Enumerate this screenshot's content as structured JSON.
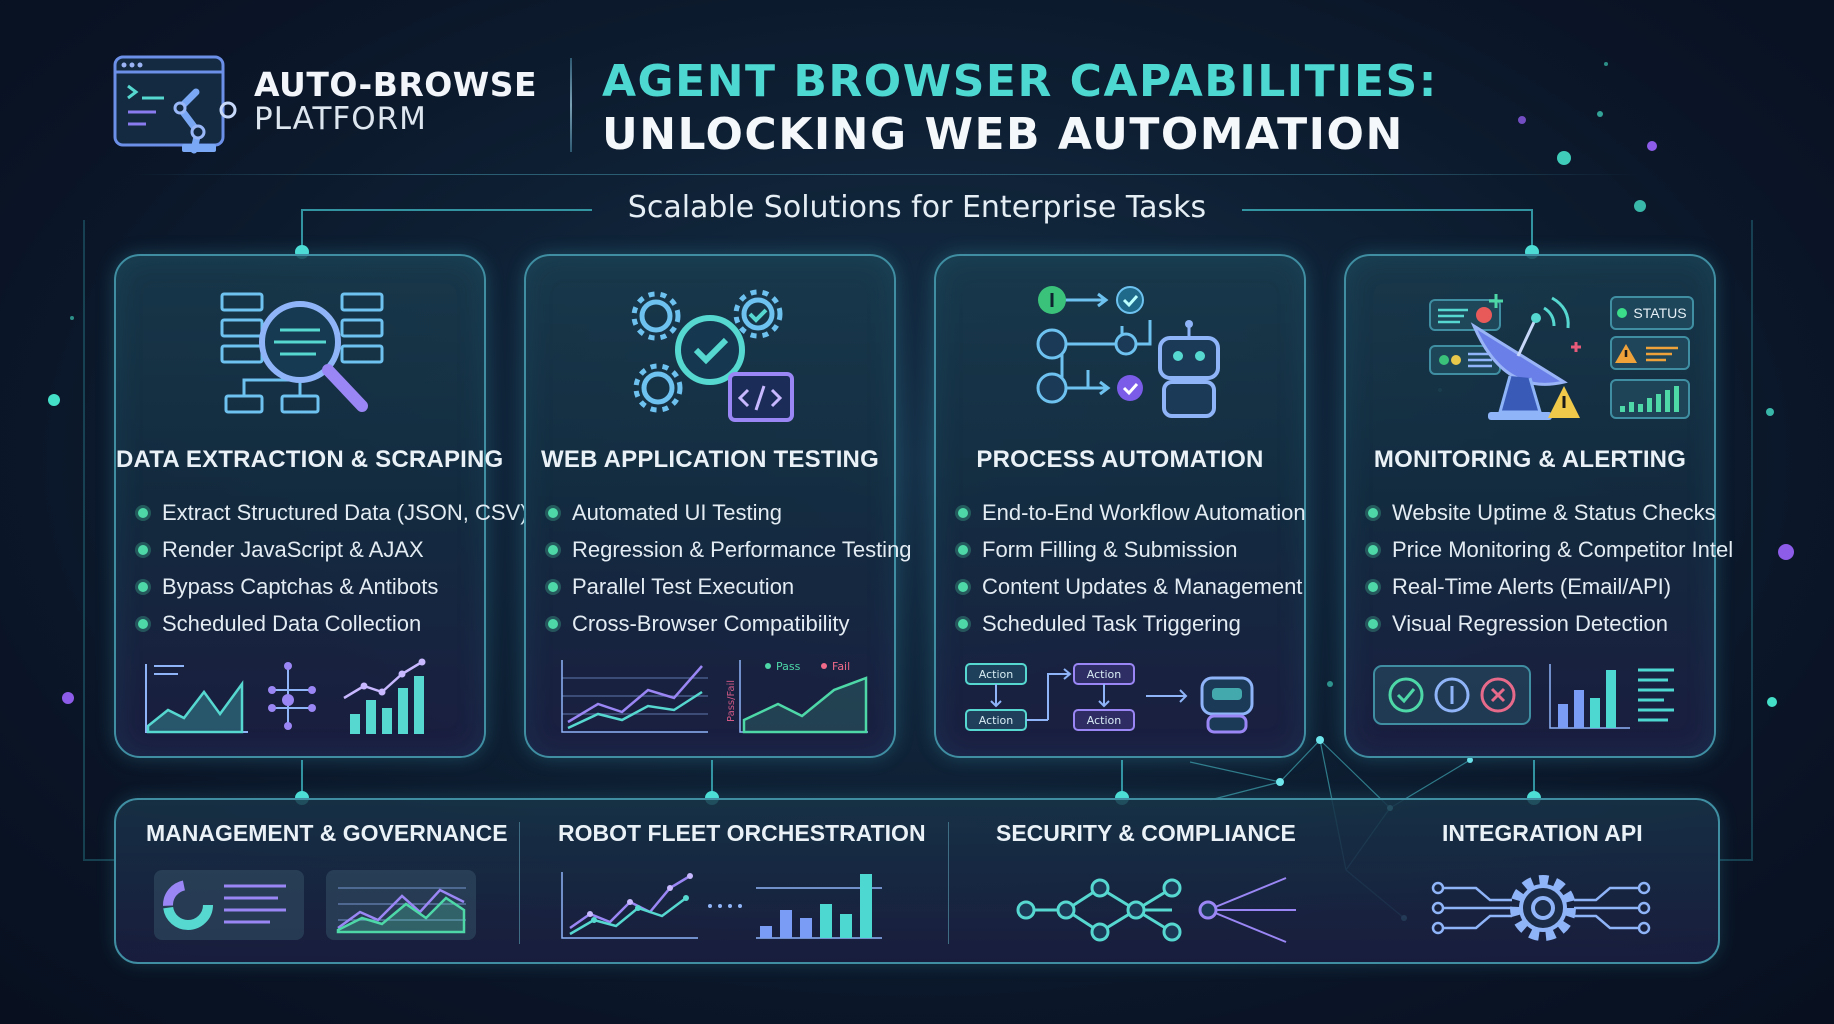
{
  "header": {
    "brand_line1": "AUTO-BROWSE",
    "brand_line2": "PLATFORM",
    "title_line1": "AGENT BROWSER CAPABILITIES:",
    "title_line2": "UNLOCKING WEB AUTOMATION",
    "subtitle": "Scalable Solutions for Enterprise Tasks"
  },
  "cards": [
    {
      "title": "DATA EXTRACTION & SCRAPING",
      "icon": "magnifier-document-icon",
      "items": [
        "Extract Structured Data (JSON, CSV)",
        "Render JavaScript & AJAX",
        "Bypass Captchas & Antibots",
        "Scheduled Data Collection"
      ]
    },
    {
      "title": "WEB APPLICATION TESTING",
      "icon": "gears-code-icon",
      "items": [
        "Automated UI Testing",
        "Regression & Performance Testing",
        "Parallel Test Execution",
        "Cross-Browser Compatibility"
      ],
      "chart_labels": {
        "pass": "Pass",
        "fail": "Fail",
        "yaxis": "Pass/Fail"
      }
    },
    {
      "title": "PROCESS AUTOMATION",
      "icon": "workflow-robot-icon",
      "items": [
        "End-to-End Workflow Automation",
        "Form Filling & Submission",
        "Content Updates & Management",
        "Scheduled Task Triggering"
      ],
      "flow_labels": [
        "Action",
        "Action",
        "Action",
        "Action"
      ]
    },
    {
      "title": "MONITORING & ALERTING",
      "icon": "satellite-dish-icon",
      "items": [
        "Website Uptime & Status Checks",
        "Price Monitoring & Competitor Intel",
        "Real-Time Alerts (Email/API)",
        "Visual Regression Detection"
      ],
      "status_label": "STATUS"
    }
  ],
  "bottom": [
    {
      "title": "MANAGEMENT & GOVERNANCE"
    },
    {
      "title": "ROBOT FLEET ORCHESTRATION"
    },
    {
      "title": "SECURITY & COMPLIANCE"
    },
    {
      "title": "INTEGRATION API"
    }
  ],
  "colors": {
    "accent_teal": "#4ed8d2",
    "accent_green": "#4ed8a8",
    "accent_purple": "#9a6cf0",
    "card_border": "#3f8ea2"
  }
}
